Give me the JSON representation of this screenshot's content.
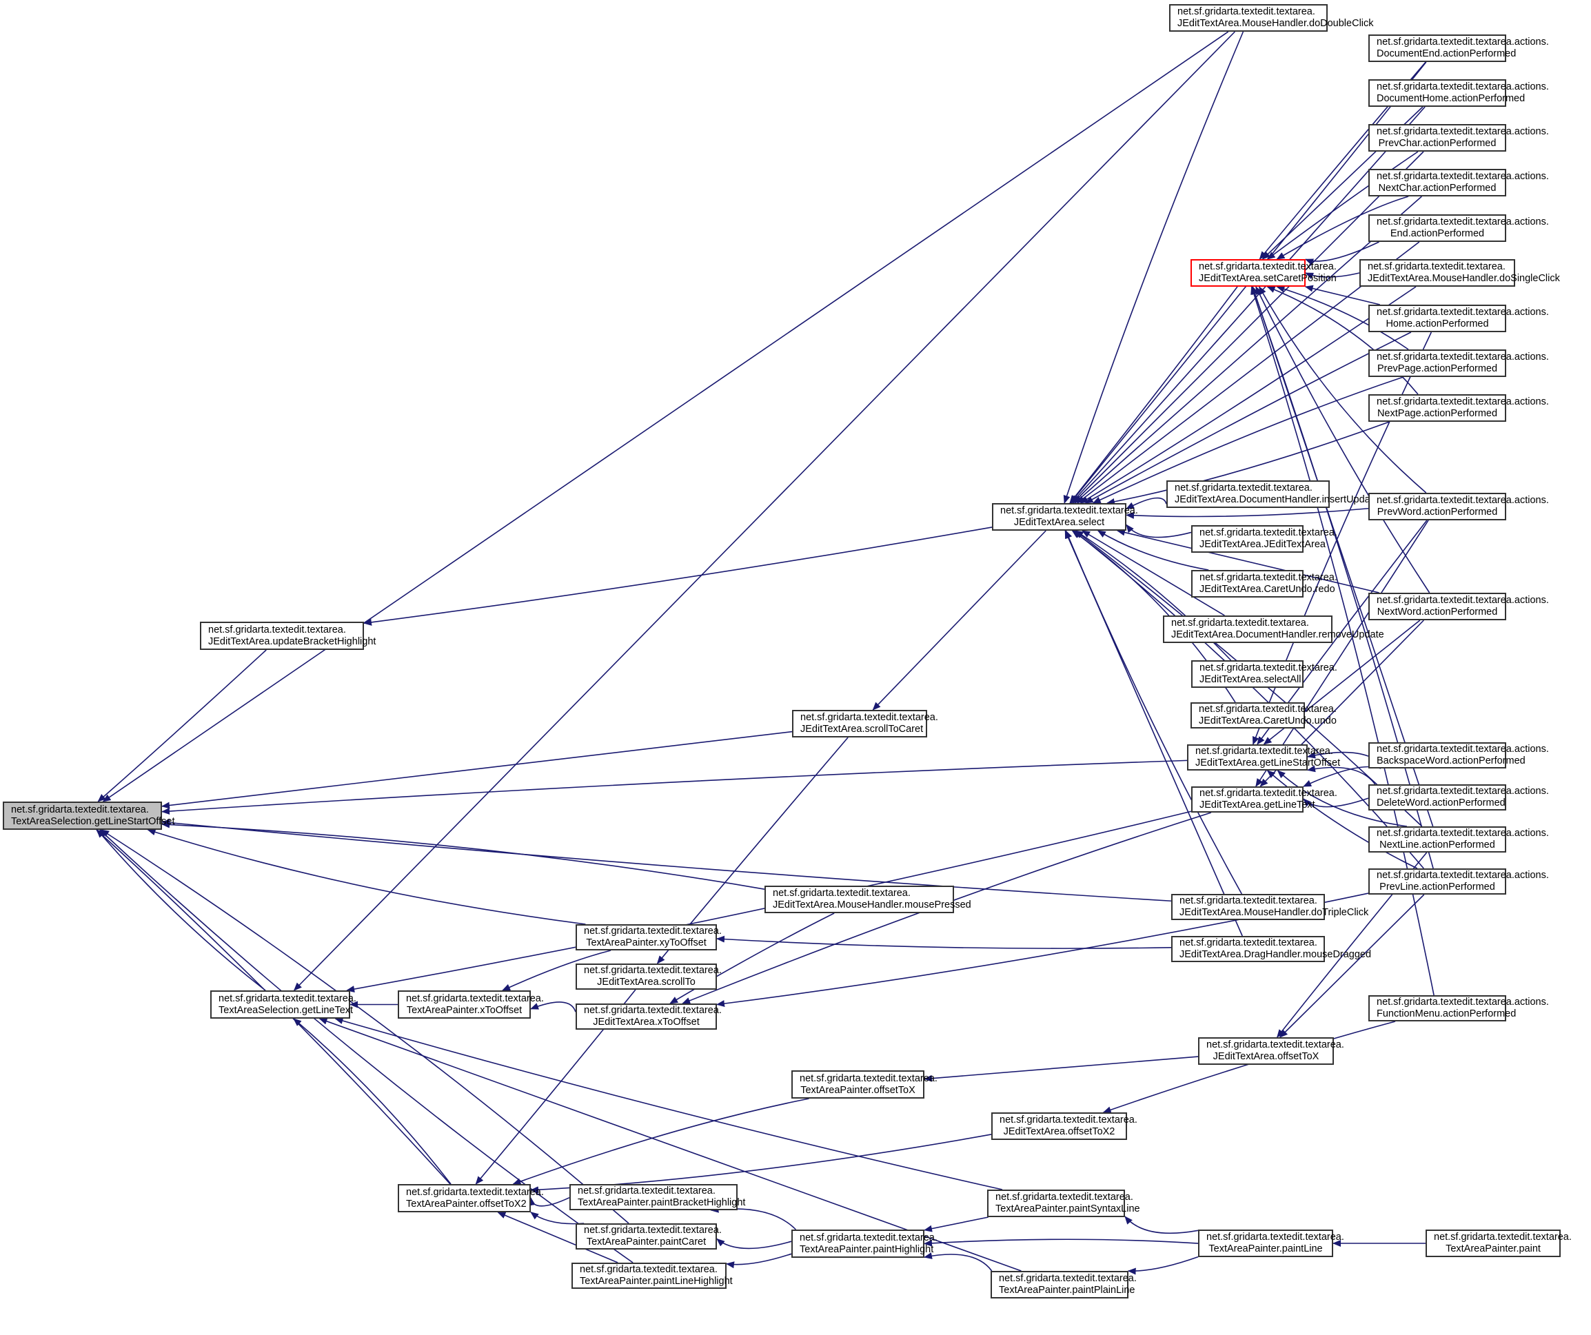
{
  "graph": {
    "type": "call-graph",
    "nodes": [
      {
        "id": "root",
        "l1": "net.sf.gridarta.textedit.textarea.",
        "l2": "TextAreaSelection.getLineStartOffset",
        "root": true
      },
      {
        "id": "updateBracketHighlight",
        "l1": "net.sf.gridarta.textedit.textarea.",
        "l2": "JEditTextArea.updateBracketHighlight"
      },
      {
        "id": "sel_getLineText",
        "l1": "net.sf.gridarta.textedit.textarea.",
        "l2": "TextAreaSelection.getLineText"
      },
      {
        "id": "p_xToOffset",
        "l1": "net.sf.gridarta.textedit.textarea.",
        "l2": "TextAreaPainter.xToOffset"
      },
      {
        "id": "p_offsetToX2",
        "l1": "net.sf.gridarta.textedit.textarea.",
        "l2": "TextAreaPainter.offsetToX2"
      },
      {
        "id": "select",
        "l1": "net.sf.gridarta.textedit.textarea.",
        "l2": "JEditTextArea.select"
      },
      {
        "id": "scrollToCaret",
        "l1": "net.sf.gridarta.textedit.textarea.",
        "l2": "JEditTextArea.scrollToCaret"
      },
      {
        "id": "mousePressed",
        "l1": "net.sf.gridarta.textedit.textarea.",
        "l2": "JEditTextArea.MouseHandler.mousePressed"
      },
      {
        "id": "xyToOffset",
        "l1": "net.sf.gridarta.textedit.textarea.",
        "l2": "TextAreaPainter.xyToOffset"
      },
      {
        "id": "scrollTo",
        "l1": "net.sf.gridarta.textedit.textarea.",
        "l2": "JEditTextArea.scrollTo"
      },
      {
        "id": "j_xToOffset",
        "l1": "net.sf.gridarta.textedit.textarea.",
        "l2": "JEditTextArea.xToOffset"
      },
      {
        "id": "p_offsetToX",
        "l1": "net.sf.gridarta.textedit.textarea.",
        "l2": "TextAreaPainter.offsetToX"
      },
      {
        "id": "j_offsetToX2",
        "l1": "net.sf.gridarta.textedit.textarea.",
        "l2": "JEditTextArea.offsetToX2"
      },
      {
        "id": "paintBracketHighlight",
        "l1": "net.sf.gridarta.textedit.textarea.",
        "l2": "TextAreaPainter.paintBracketHighlight"
      },
      {
        "id": "paintCaret",
        "l1": "net.sf.gridarta.textedit.textarea.",
        "l2": "TextAreaPainter.paintCaret"
      },
      {
        "id": "paintLineHighlight",
        "l1": "net.sf.gridarta.textedit.textarea.",
        "l2": "TextAreaPainter.paintLineHighlight"
      },
      {
        "id": "paintHighlight",
        "l1": "net.sf.gridarta.textedit.textarea.",
        "l2": "TextAreaPainter.paintHighlight"
      },
      {
        "id": "paintSyntaxLine",
        "l1": "net.sf.gridarta.textedit.textarea.",
        "l2": "TextAreaPainter.paintSyntaxLine"
      },
      {
        "id": "paintPlainLine",
        "l1": "net.sf.gridarta.textedit.textarea.",
        "l2": "TextAreaPainter.paintPlainLine"
      },
      {
        "id": "paintLine",
        "l1": "net.sf.gridarta.textedit.textarea.",
        "l2": "TextAreaPainter.paintLine"
      },
      {
        "id": "paint",
        "l1": "net.sf.gridarta.textedit.textarea.",
        "l2": "TextAreaPainter.paint"
      },
      {
        "id": "doDoubleClick",
        "l1": "net.sf.gridarta.textedit.textarea.",
        "l2": "JEditTextArea.MouseHandler.doDoubleClick"
      },
      {
        "id": "setCaretPosition",
        "l1": "net.sf.gridarta.textedit.textarea.",
        "l2": "JEditTextArea.setCaretPosition",
        "highlight": true
      },
      {
        "id": "insertUpdate",
        "l1": "net.sf.gridarta.textedit.textarea.",
        "l2": "JEditTextArea.DocumentHandler.insertUpdate"
      },
      {
        "id": "ctor",
        "l1": "net.sf.gridarta.textedit.textarea.",
        "l2": "JEditTextArea.JEditTextArea"
      },
      {
        "id": "redo",
        "l1": "net.sf.gridarta.textedit.textarea.",
        "l2": "JEditTextArea.CaretUndo.redo"
      },
      {
        "id": "removeUpdate",
        "l1": "net.sf.gridarta.textedit.textarea.",
        "l2": "JEditTextArea.DocumentHandler.removeUpdate"
      },
      {
        "id": "selectAll",
        "l1": "net.sf.gridarta.textedit.textarea.",
        "l2": "JEditTextArea.selectAll"
      },
      {
        "id": "undo",
        "l1": "net.sf.gridarta.textedit.textarea.",
        "l2": "JEditTextArea.CaretUndo.undo"
      },
      {
        "id": "j_getLineStartOffset",
        "l1": "net.sf.gridarta.textedit.textarea.",
        "l2": "JEditTextArea.getLineStartOffset"
      },
      {
        "id": "j_getLineText",
        "l1": "net.sf.gridarta.textedit.textarea.",
        "l2": "JEditTextArea.getLineText"
      },
      {
        "id": "doTripleClick",
        "l1": "net.sf.gridarta.textedit.textarea.",
        "l2": "JEditTextArea.MouseHandler.doTripleClick"
      },
      {
        "id": "mouseDragged",
        "l1": "net.sf.gridarta.textedit.textarea.",
        "l2": "JEditTextArea.DragHandler.mouseDragged"
      },
      {
        "id": "j_offsetToX",
        "l1": "net.sf.gridarta.textedit.textarea.",
        "l2": "JEditTextArea.offsetToX"
      },
      {
        "id": "a_DocumentEnd",
        "l1": "net.sf.gridarta.textedit.textarea.actions.",
        "l2": "DocumentEnd.actionPerformed"
      },
      {
        "id": "a_DocumentHome",
        "l1": "net.sf.gridarta.textedit.textarea.actions.",
        "l2": "DocumentHome.actionPerformed"
      },
      {
        "id": "a_PrevChar",
        "l1": "net.sf.gridarta.textedit.textarea.actions.",
        "l2": "PrevChar.actionPerformed"
      },
      {
        "id": "a_NextChar",
        "l1": "net.sf.gridarta.textedit.textarea.actions.",
        "l2": "NextChar.actionPerformed"
      },
      {
        "id": "a_End",
        "l1": "net.sf.gridarta.textedit.textarea.actions.",
        "l2": "End.actionPerformed"
      },
      {
        "id": "doSingleClick",
        "l1": "net.sf.gridarta.textedit.textarea.",
        "l2": "JEditTextArea.MouseHandler.doSingleClick"
      },
      {
        "id": "a_Home",
        "l1": "net.sf.gridarta.textedit.textarea.actions.",
        "l2": "Home.actionPerformed"
      },
      {
        "id": "a_PrevPage",
        "l1": "net.sf.gridarta.textedit.textarea.actions.",
        "l2": "PrevPage.actionPerformed"
      },
      {
        "id": "a_NextPage",
        "l1": "net.sf.gridarta.textedit.textarea.actions.",
        "l2": "NextPage.actionPerformed"
      },
      {
        "id": "a_PrevWord",
        "l1": "net.sf.gridarta.textedit.textarea.actions.",
        "l2": "PrevWord.actionPerformed"
      },
      {
        "id": "a_NextWord",
        "l1": "net.sf.gridarta.textedit.textarea.actions.",
        "l2": "NextWord.actionPerformed"
      },
      {
        "id": "a_BackspaceWord",
        "l1": "net.sf.gridarta.textedit.textarea.actions.",
        "l2": "BackspaceWord.actionPerformed"
      },
      {
        "id": "a_DeleteWord",
        "l1": "net.sf.gridarta.textedit.textarea.actions.",
        "l2": "DeleteWord.actionPerformed"
      },
      {
        "id": "a_NextLine",
        "l1": "net.sf.gridarta.textedit.textarea.actions.",
        "l2": "NextLine.actionPerformed"
      },
      {
        "id": "a_PrevLine",
        "l1": "net.sf.gridarta.textedit.textarea.actions.",
        "l2": "PrevLine.actionPerformed"
      },
      {
        "id": "a_FunctionMenu",
        "l1": "net.sf.gridarta.textedit.textarea.actions.",
        "l2": "FunctionMenu.actionPerformed"
      }
    ],
    "edges": [
      [
        "updateBracketHighlight",
        "root"
      ],
      [
        "sel_getLineText",
        "root"
      ],
      [
        "scrollToCaret",
        "root"
      ],
      [
        "j_getLineStartOffset",
        "root"
      ],
      [
        "mousePressed",
        "root"
      ],
      [
        "xyToOffset",
        "root"
      ],
      [
        "doTripleClick",
        "root"
      ],
      [
        "doDoubleClick",
        "root"
      ],
      [
        "p_offsetToX2",
        "root"
      ],
      [
        "paintCaret",
        "root"
      ],
      [
        "paintLineHighlight",
        "root"
      ],
      [
        "select",
        "updateBracketHighlight"
      ],
      [
        "p_xToOffset",
        "sel_getLineText"
      ],
      [
        "p_offsetToX2",
        "sel_getLineText"
      ],
      [
        "doDoubleClick",
        "sel_getLineText"
      ],
      [
        "j_getLineText",
        "sel_getLineText"
      ],
      [
        "paintSyntaxLine",
        "sel_getLineText"
      ],
      [
        "paintPlainLine",
        "sel_getLineText"
      ],
      [
        "xyToOffset",
        "p_xToOffset"
      ],
      [
        "j_xToOffset",
        "p_xToOffset"
      ],
      [
        "paintBracketHighlight",
        "p_offsetToX2"
      ],
      [
        "paintCaret",
        "p_offsetToX2"
      ],
      [
        "paintLineHighlight",
        "p_offsetToX2"
      ],
      [
        "scrollTo",
        "p_offsetToX2"
      ],
      [
        "p_offsetToX",
        "p_offsetToX2"
      ],
      [
        "j_offsetToX2",
        "p_offsetToX2"
      ],
      [
        "scrollToCaret",
        "scrollTo"
      ],
      [
        "select",
        "scrollToCaret"
      ],
      [
        "mousePressed",
        "j_xToOffset"
      ],
      [
        "j_getLineText",
        "j_xToOffset"
      ],
      [
        "a_PrevLine",
        "j_xToOffset"
      ],
      [
        "mouseDragged",
        "xyToOffset"
      ],
      [
        "j_offsetToX",
        "p_offsetToX"
      ],
      [
        "a_FunctionMenu",
        "j_offsetToX2"
      ],
      [
        "paintHighlight",
        "paintBracketHighlight"
      ],
      [
        "paintHighlight",
        "paintCaret"
      ],
      [
        "paintHighlight",
        "paintLineHighlight"
      ],
      [
        "paintSyntaxLine",
        "paintHighlight"
      ],
      [
        "paintLine",
        "paintHighlight"
      ],
      [
        "paintPlainLine",
        "paintHighlight"
      ],
      [
        "paintLine",
        "paintSyntaxLine"
      ],
      [
        "paintLine",
        "paintPlainLine"
      ],
      [
        "paint",
        "paintLine"
      ],
      [
        "setCaretPosition",
        "select"
      ],
      [
        "insertUpdate",
        "select"
      ],
      [
        "ctor",
        "select"
      ],
      [
        "redo",
        "select"
      ],
      [
        "removeUpdate",
        "select"
      ],
      [
        "selectAll",
        "select"
      ],
      [
        "undo",
        "select"
      ],
      [
        "doDoubleClick",
        "select"
      ],
      [
        "doTripleClick",
        "select"
      ],
      [
        "mouseDragged",
        "select"
      ],
      [
        "a_DocumentEnd",
        "select"
      ],
      [
        "a_DocumentHome",
        "select"
      ],
      [
        "a_PrevChar",
        "select"
      ],
      [
        "a_NextChar",
        "select"
      ],
      [
        "a_End",
        "select"
      ],
      [
        "a_Home",
        "select"
      ],
      [
        "a_PrevPage",
        "select"
      ],
      [
        "a_NextPage",
        "select"
      ],
      [
        "a_PrevWord",
        "select"
      ],
      [
        "a_NextWord",
        "select"
      ],
      [
        "a_NextLine",
        "select"
      ],
      [
        "a_PrevLine",
        "select"
      ],
      [
        "doSingleClick",
        "select"
      ],
      [
        "a_DocumentEnd",
        "setCaretPosition"
      ],
      [
        "a_DocumentHome",
        "setCaretPosition"
      ],
      [
        "a_PrevChar",
        "setCaretPosition"
      ],
      [
        "a_NextChar",
        "setCaretPosition"
      ],
      [
        "a_End",
        "setCaretPosition"
      ],
      [
        "doSingleClick",
        "setCaretPosition"
      ],
      [
        "a_Home",
        "setCaretPosition"
      ],
      [
        "a_PrevPage",
        "setCaretPosition"
      ],
      [
        "a_NextPage",
        "setCaretPosition"
      ],
      [
        "a_PrevWord",
        "setCaretPosition"
      ],
      [
        "a_NextWord",
        "setCaretPosition"
      ],
      [
        "a_NextLine",
        "setCaretPosition"
      ],
      [
        "a_PrevLine",
        "setCaretPosition"
      ],
      [
        "a_FunctionMenu",
        "setCaretPosition"
      ],
      [
        "a_Home",
        "j_getLineStartOffset"
      ],
      [
        "a_PrevWord",
        "j_getLineStartOffset"
      ],
      [
        "a_NextWord",
        "j_getLineStartOffset"
      ],
      [
        "a_BackspaceWord",
        "j_getLineStartOffset"
      ],
      [
        "a_DeleteWord",
        "j_getLineStartOffset"
      ],
      [
        "a_NextLine",
        "j_getLineStartOffset"
      ],
      [
        "a_PrevLine",
        "j_getLineStartOffset"
      ],
      [
        "a_PrevWord",
        "j_getLineText"
      ],
      [
        "a_NextWord",
        "j_getLineText"
      ],
      [
        "a_BackspaceWord",
        "j_getLineText"
      ],
      [
        "a_DeleteWord",
        "j_getLineText"
      ],
      [
        "a_NextLine",
        "j_offsetToX"
      ],
      [
        "a_PrevLine",
        "j_offsetToX"
      ]
    ]
  },
  "colors": {
    "edge": "#191970",
    "node_border": "#333333",
    "root_fill": "#bfbfbf",
    "highlight_border": "#ff0000"
  }
}
